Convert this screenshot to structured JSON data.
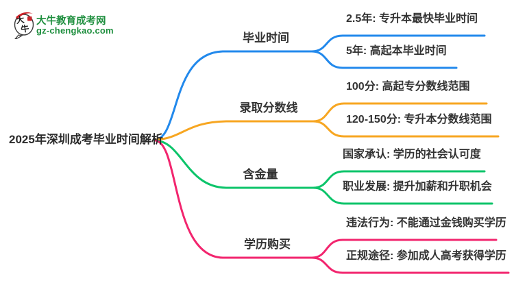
{
  "logo": {
    "icon": "daniu-speech-bubble-icon",
    "icon_text": "大牛",
    "title": "大牛教育成考网",
    "subtitle": "gz-chengkao.com"
  },
  "root": {
    "label": "2025年深圳成考毕业时间解析"
  },
  "colors": {
    "branch_blue": "#2289ec",
    "branch_orange": "#f7a621",
    "branch_green": "#0cc46a",
    "branch_pink": "#f2256e",
    "logo_green": "#1f8f3f",
    "logo_red": "#cc2229",
    "text_dark": "#333333"
  },
  "branches": [
    {
      "id": "graduation-time",
      "label": "毕业时间",
      "color": "#2289ec",
      "children": [
        {
          "label": "2.5年: 专升本最快毕业时间"
        },
        {
          "label": "5年: 高起本毕业时间"
        }
      ]
    },
    {
      "id": "admission-score-line",
      "label": "录取分数线",
      "color": "#f7a621",
      "children": [
        {
          "label": "100分: 高起专分数线范围"
        },
        {
          "label": "120-150分: 专升本分数线范围"
        }
      ]
    },
    {
      "id": "credential-value",
      "label": "含金量",
      "color": "#0cc46a",
      "children": [
        {
          "label": "国家承认: 学历的社会认可度"
        },
        {
          "label": "职业发展: 提升加薪和升职机会"
        }
      ]
    },
    {
      "id": "degree-purchase",
      "label": "学历购买",
      "color": "#f2256e",
      "children": [
        {
          "label": "违法行为: 不能通过金钱购买学历"
        },
        {
          "label": "正规途径: 参加成人高考获得学历"
        }
      ]
    }
  ]
}
